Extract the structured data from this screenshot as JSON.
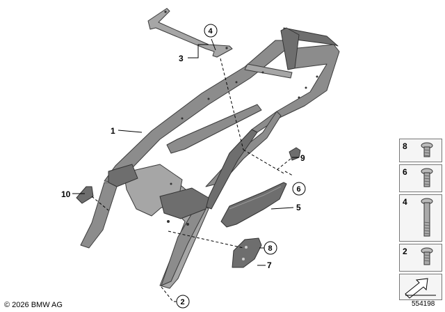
{
  "callouts": {
    "c1": "1",
    "c2": "2",
    "c3": "3",
    "c4": "4",
    "c5": "5",
    "c6": "6",
    "c7": "7",
    "c8": "8",
    "c9": "9",
    "c10": "10"
  },
  "legend": [
    {
      "label": "8",
      "icon": "screw-short-icon"
    },
    {
      "label": "6",
      "icon": "screw-medium-icon"
    },
    {
      "label": "4",
      "icon": "screw-long-icon"
    },
    {
      "label": "2",
      "icon": "screw-short-icon"
    }
  ],
  "footer": {
    "copyright": "© 2026 BMW AG",
    "image_number": "554198"
  }
}
